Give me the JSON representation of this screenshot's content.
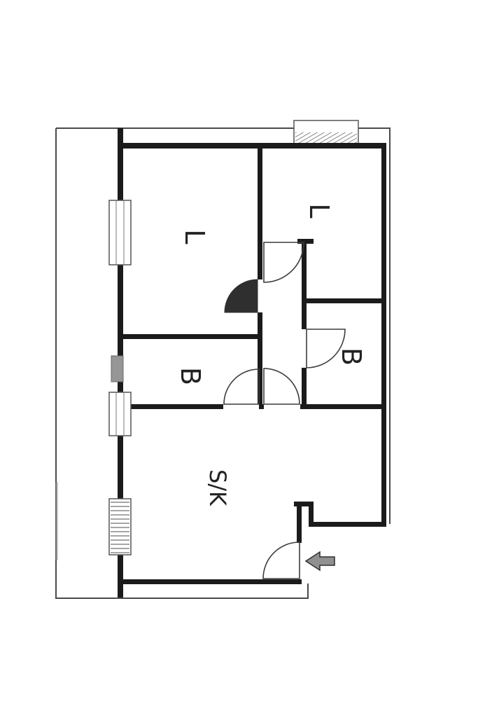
{
  "title": "Scanned apartment floor plan",
  "colors": {
    "wall": "#1b1b1b",
    "outline": "#4a4a4a",
    "paper": "#ffffff",
    "hatch": "#555555",
    "arrow_fill": "#909090",
    "gray_panel": "#969696"
  },
  "rooms": [
    {
      "id": "living-left",
      "label": "L"
    },
    {
      "id": "living-right",
      "label": "L"
    },
    {
      "id": "bedroom-left",
      "label": "B"
    },
    {
      "id": "bedroom-right",
      "label": "B"
    },
    {
      "id": "living-kitchen",
      "label": "S/K"
    }
  ],
  "entrance": {
    "icon": "entry-arrow-left",
    "direction": "left"
  }
}
